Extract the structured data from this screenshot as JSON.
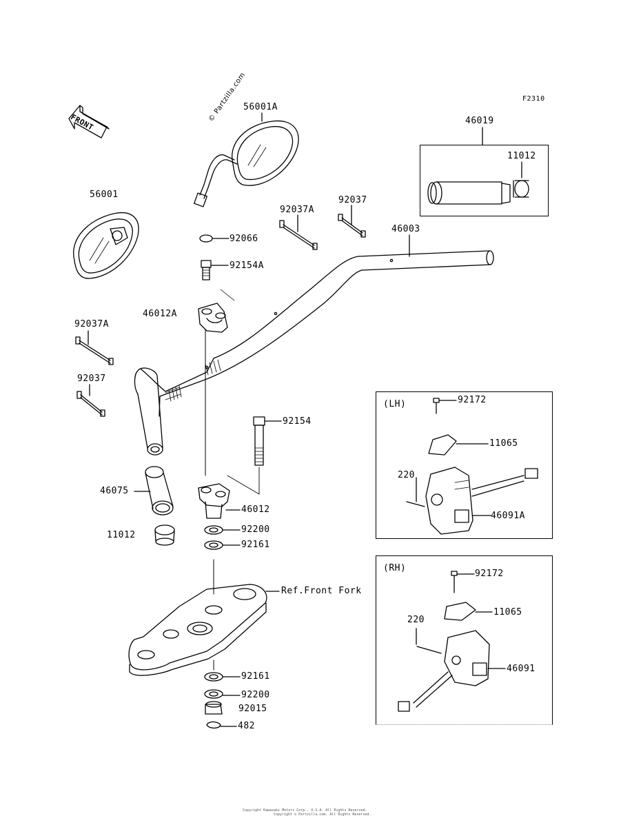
{
  "figure_code": "F2310",
  "direction_label": "FRONT",
  "watermark": "© Partzilla.com",
  "footer_line1": "Copyright Kawasaki Motors Corp., U.S.A. All Rights Reserved.",
  "footer_line2": "Copyright © Partzilla.com. All Rights Reserved.",
  "lh_label": "(LH)",
  "rh_label": "(RH)",
  "ref_front_fork": "Ref.Front Fork",
  "parts": {
    "p56001A": "56001A",
    "p56001": "56001",
    "p46019": "46019",
    "p11012_top": "11012",
    "p92037A_top": "92037A",
    "p92037_top": "92037",
    "p46003": "46003",
    "p92066": "92066",
    "p92154A": "92154A",
    "p46012A": "46012A",
    "p92037A_left": "92037A",
    "p92037_left": "92037",
    "p92154": "92154",
    "p46075": "46075",
    "p46012": "46012",
    "p11012_left": "11012",
    "p92200_top": "92200",
    "p92161_top": "92161",
    "p92161_bot": "92161",
    "p92200_bot": "92200",
    "p92015": "92015",
    "p482": "482",
    "lh_92172": "92172",
    "lh_11065": "11065",
    "lh_220": "220",
    "lh_46091A": "46091A",
    "rh_92172": "92172",
    "rh_11065": "11065",
    "rh_220": "220",
    "rh_46091": "46091"
  }
}
